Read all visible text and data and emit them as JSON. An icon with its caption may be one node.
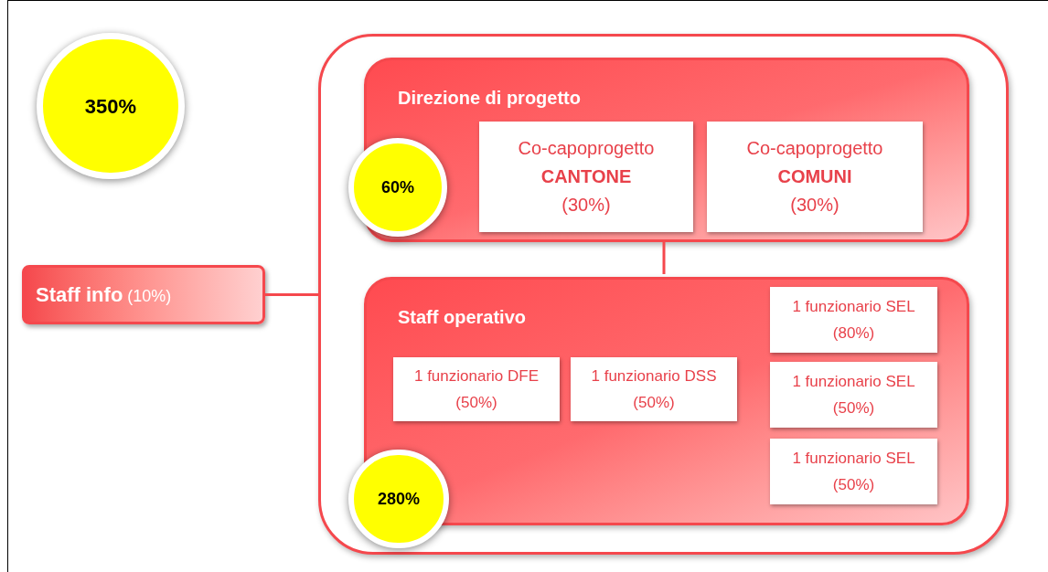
{
  "diagram": {
    "nodes": [
      {
        "text": [
          "350%"
        ]
      },
      {
        "text": [
          "**Staff info** (10%)"
        ]
      },
      {
        "text": [],
        "shape": "box"
      },
      {
        "text": [
          "Direzione di progetto"
        ],
        "in": 2
      },
      {
        "text": [
          "60%"
        ],
        "in": 2
      },
      {
        "text": [
          "Co-capoprogetto **CANTONE** (30%)"
        ],
        "in": 3
      },
      {
        "text": [
          "Co-capoprogetto **COMUNI** (30%)"
        ],
        "in": 3
      },
      {
        "text": [
          "Staff operativo"
        ],
        "in": 2
      },
      {
        "text": [
          "1 funzionario SEL (80%)"
        ],
        "in": 7
      },
      {
        "text": [
          "1 funzionario DFE (50%)"
        ],
        "in": 7
      },
      {
        "text": [
          "1 funzionario DSS (50%)"
        ],
        "in": 7
      },
      {
        "text": [
          "1 funzionario SEL (50%)"
        ],
        "in": 7
      },
      {
        "text": [
          "1 funzionario SEL (50%)"
        ],
        "in": 7
      },
      {
        "text": [
          "280%"
        ],
        "in": 2
      }
    ],
    "edges": [
      {
        "from": 1,
        "to": 2,
        "arrow": "none"
      },
      {
        "from": 3,
        "to": 7,
        "arrow": "none"
      }
    ]
  }
}
